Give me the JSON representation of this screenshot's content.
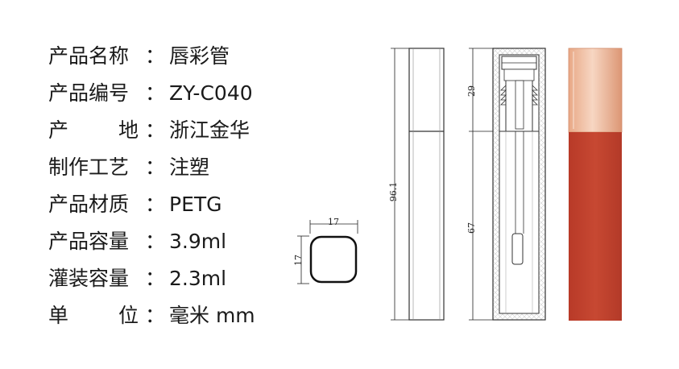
{
  "specs": [
    {
      "label": "产品名称",
      "value": "唇彩管"
    },
    {
      "label": "产品编号",
      "value": "ZY-C040"
    },
    {
      "label_parts": [
        "产",
        "地"
      ],
      "value": "浙江金华"
    },
    {
      "label": "制作工艺",
      "value": "注塑"
    },
    {
      "label": "产品材质",
      "value": "PETG"
    },
    {
      "label": "产品容量",
      "value": "3.9ml"
    },
    {
      "label": "灌装容量",
      "value": "2.3ml"
    },
    {
      "label_parts": [
        "单",
        "位"
      ],
      "value": "毫米 mm"
    }
  ],
  "colon": "：",
  "dimensions": {
    "base_width": "17",
    "base_depth": "17",
    "total_height": "96.1",
    "cap_height": "29",
    "body_height": "67"
  },
  "colors": {
    "body": "#c2432f",
    "cap": "#f0bfa3",
    "line": "#222222"
  }
}
